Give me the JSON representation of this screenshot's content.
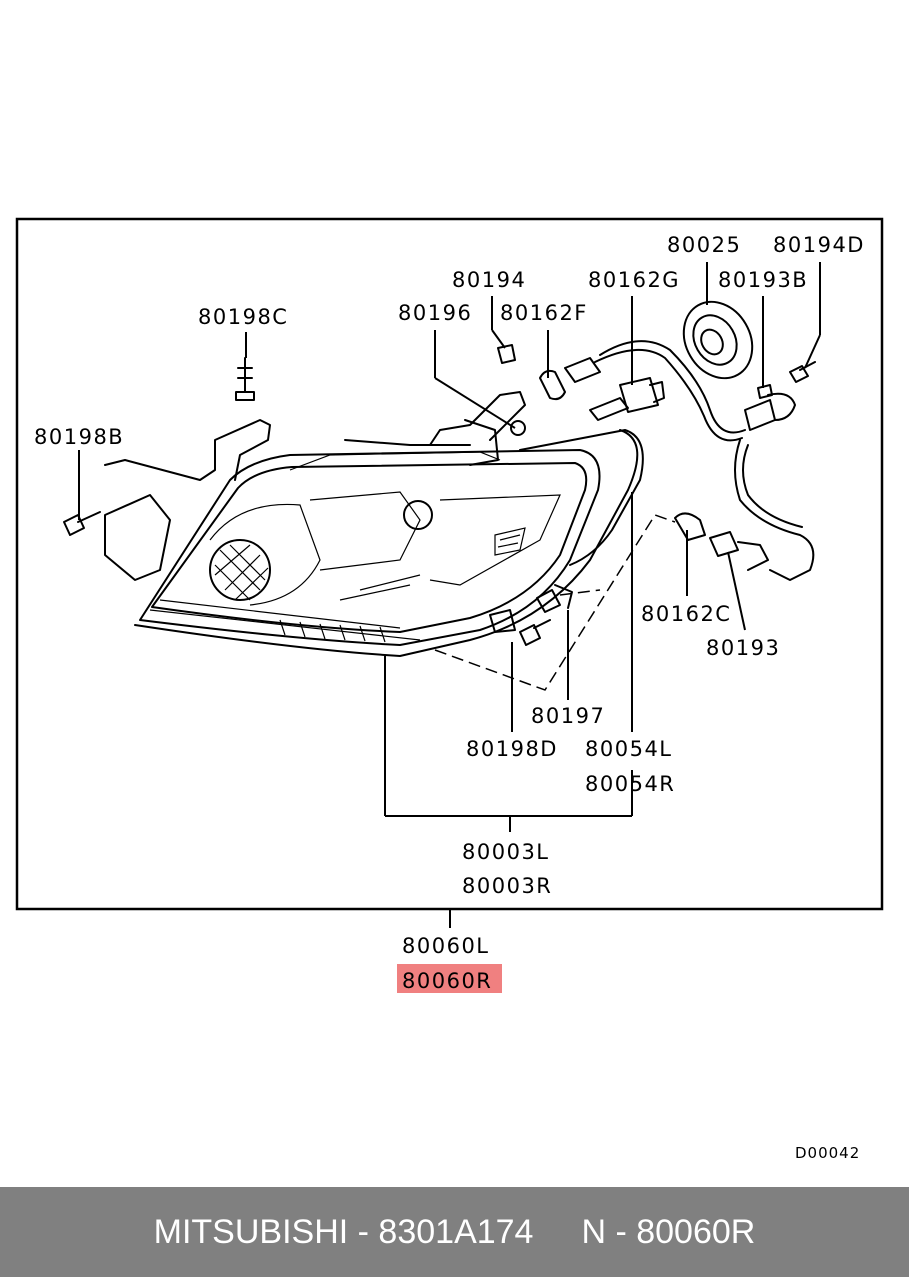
{
  "labels": {
    "c80198C": "80198C",
    "c80196": "80196",
    "c80194": "80194",
    "c80162F": "80162F",
    "c80162G": "80162G",
    "c80025": "80025",
    "c80194D": "80194D",
    "c80193B": "80193B",
    "c80198B": "80198B",
    "c80162C": "80162C",
    "c80193": "80193",
    "c80197": "80197",
    "c80198D": "80198D",
    "c80054L": "80054L",
    "c80054R": "80054R",
    "c80003L": "80003L",
    "c80003R": "80003R",
    "c80060L": "80060L",
    "c80060R": "80060R"
  },
  "highlight_color": "#f08080",
  "diagram_code": "D00042",
  "footer": {
    "brand_part": "MITSUBISHI - 8301A174",
    "ref": "N - 80060R"
  }
}
